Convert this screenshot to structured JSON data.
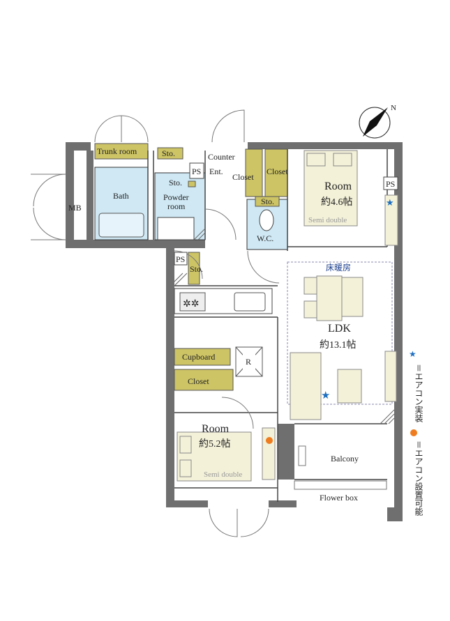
{
  "colors": {
    "wall": "#6f6f6f",
    "wet_area": "#cfe8f4",
    "storage": "#cdc465",
    "furniture": "#f3f1d8",
    "star": "#1f6fc0",
    "dot": "#ef7d1f"
  },
  "compass": {
    "label": "N"
  },
  "rooms": {
    "trunk_room": "Trunk room",
    "sto_top": "Sto.",
    "counter": "Counter",
    "ent": "Ent.",
    "ps_ent": "PS",
    "closet_a": "Closet",
    "closet_b": "Closet",
    "mb": "MB",
    "bath": "Bath",
    "powder_line1": "Powder",
    "powder_line2": "room",
    "sto_powder": "Sto.",
    "sto_wc": "Sto.",
    "wc": "W.C.",
    "room1_name": "Room",
    "room1_size": "約4.6帖",
    "room1_bed": "Semi double",
    "ps_room1": "PS",
    "ps_hall": "PS",
    "sto_hall": "Sto.",
    "floor_heating": "床暖房",
    "ldk_name": "LDK",
    "ldk_size": "約13.1帖",
    "cupboard": "Cupboard",
    "closet_c": "Closet",
    "refrigerator": "R",
    "room2_name": "Room",
    "room2_size": "約5.2帖",
    "room2_bed": "Semi double",
    "balcony": "Balcony",
    "flower_box": "Flower box"
  },
  "legend": {
    "installed": "＝エアコン実装",
    "installable": "＝エアコン設置可能"
  }
}
